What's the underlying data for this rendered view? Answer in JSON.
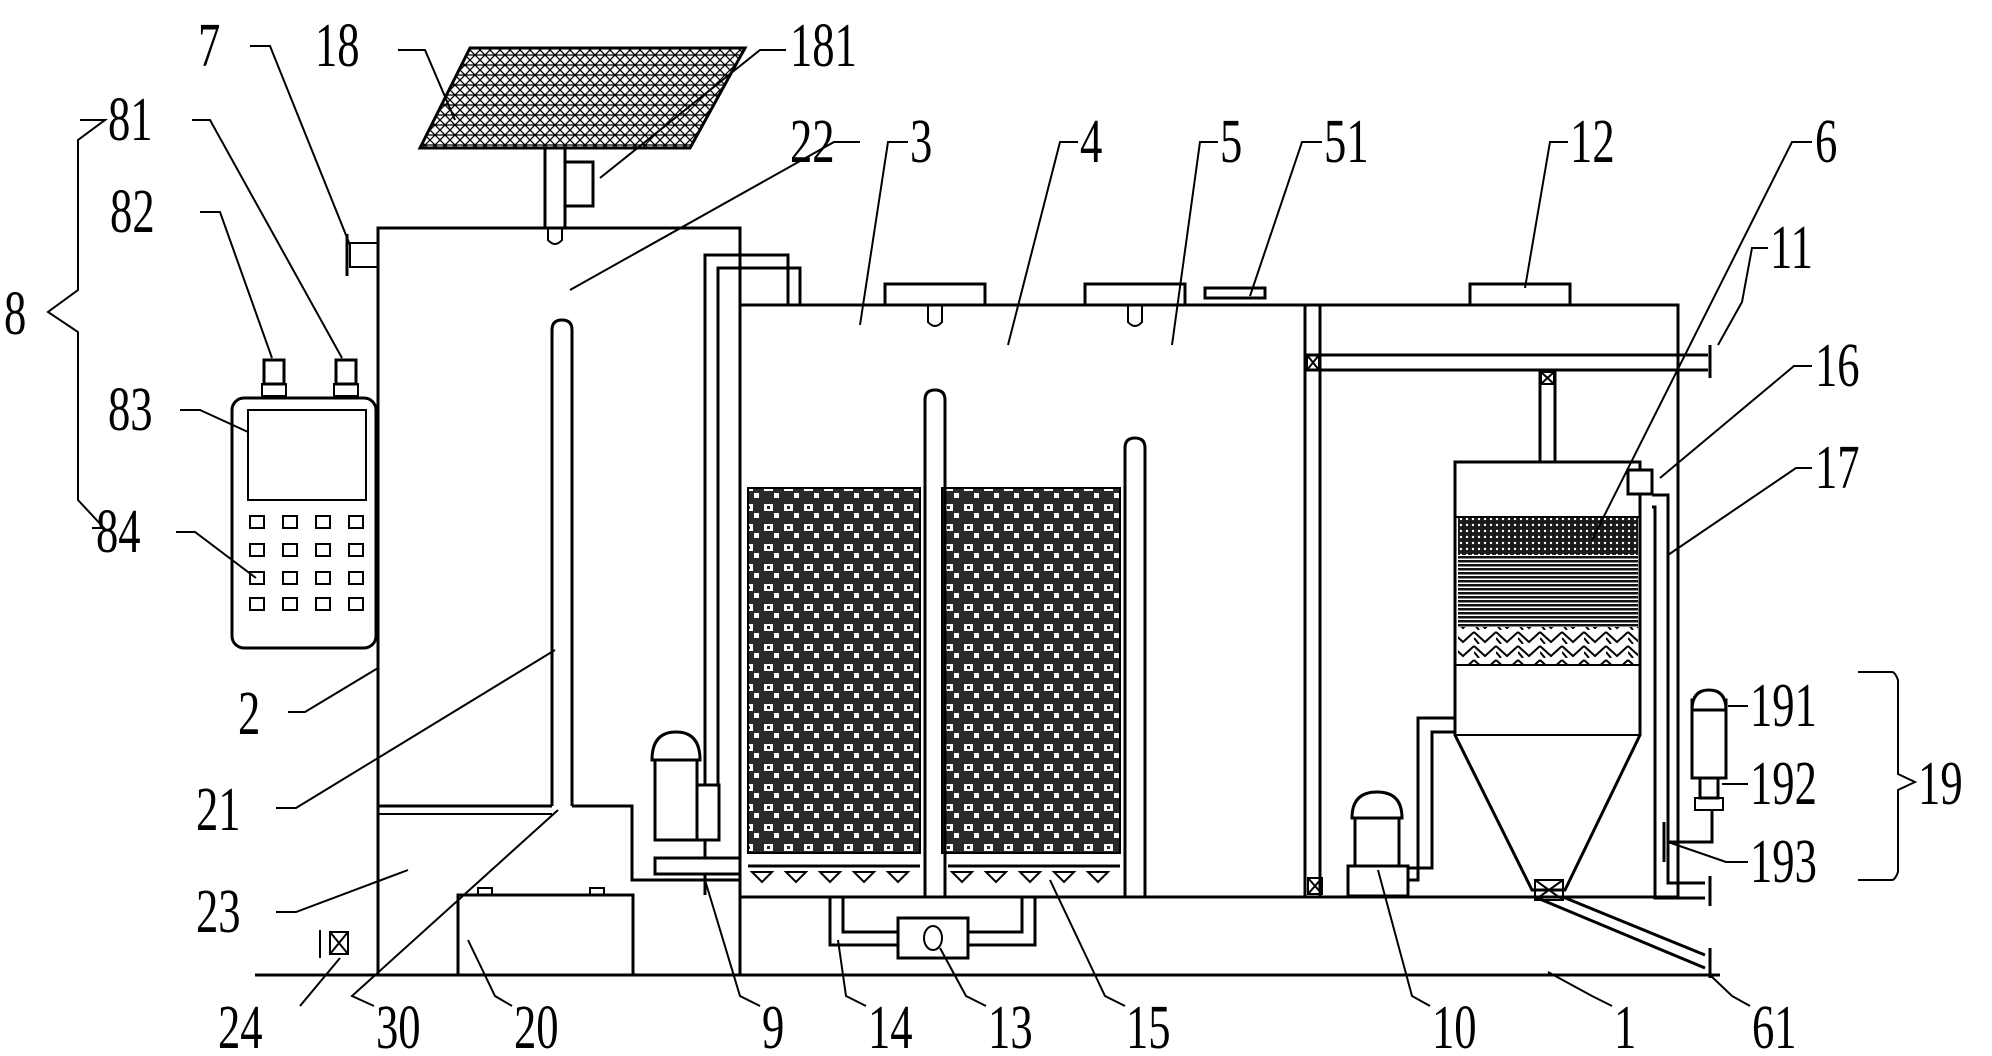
{
  "labels": {
    "l7": "7",
    "l18": "18",
    "l181": "181",
    "l81": "81",
    "l82": "82",
    "l8": "8",
    "l83": "83",
    "l84": "84",
    "l22": "22",
    "l3": "3",
    "l4": "4",
    "l5": "5",
    "l51": "51",
    "l12": "12",
    "l6": "6",
    "l11": "11",
    "l16": "16",
    "l17": "17",
    "l191": "191",
    "l192": "192",
    "l19": "19",
    "l193": "193",
    "l2": "2",
    "l21": "21",
    "l23": "23",
    "l24": "24",
    "l30": "30",
    "l20": "20",
    "l9": "9",
    "l14": "14",
    "l13": "13",
    "l15": "15",
    "l10": "10",
    "l1": "1",
    "l61": "61"
  }
}
